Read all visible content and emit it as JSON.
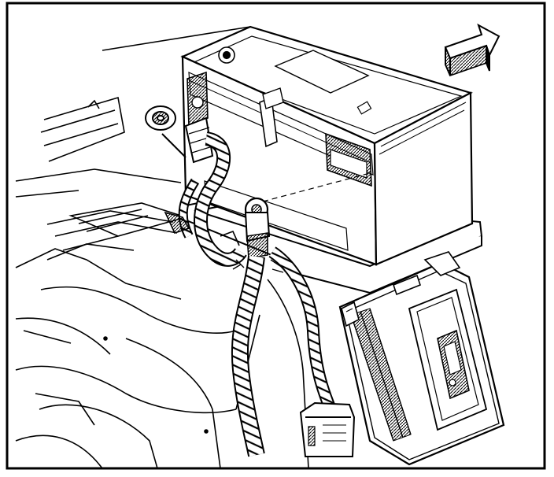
{
  "figure": {
    "kind": "line-art technical illustration",
    "ink_color": "#000000",
    "paper_color": "#ffffff",
    "parts": [
      {
        "id": "battery",
        "icon": "battery-icon"
      },
      {
        "id": "battery-tray",
        "icon": "tray-icon"
      },
      {
        "id": "negative-cable",
        "icon": "cable-icon"
      },
      {
        "id": "positive-cable",
        "icon": "cable-icon"
      },
      {
        "id": "control-module",
        "icon": "module-icon"
      },
      {
        "id": "direction-arrow",
        "icon": "arrow-right-icon"
      }
    ]
  }
}
